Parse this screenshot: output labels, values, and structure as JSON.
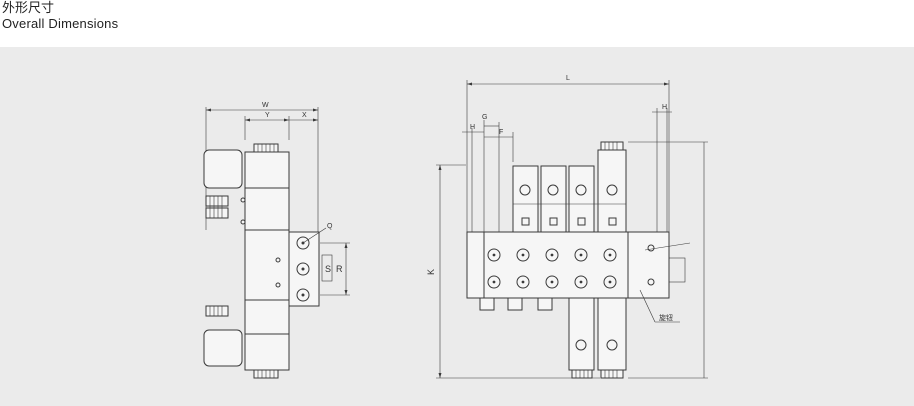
{
  "header": {
    "title_cn": "外形尺寸",
    "title_en": "Overall Dimensions"
  },
  "left_view": {
    "labels": {
      "w": "W",
      "y": "Y",
      "x": "X",
      "q": "Q",
      "s": "S",
      "r": "R"
    }
  },
  "right_view": {
    "labels": {
      "l": "L",
      "h_left": "H",
      "g": "G",
      "f": "F",
      "h_right": "H",
      "k": "K",
      "cn_note": "旋钮"
    }
  },
  "colors": {
    "panel_bg": "#ebebeb",
    "line": "#3a3a3a",
    "text": "#222222"
  }
}
